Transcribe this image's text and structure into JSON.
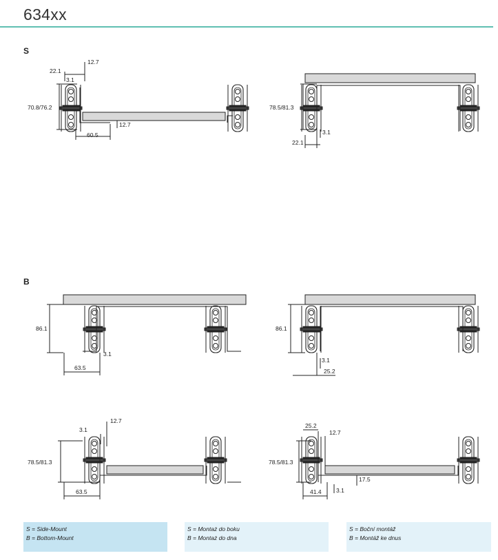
{
  "page": {
    "title": "634xx"
  },
  "sections": {
    "side": "S",
    "bottom": "B"
  },
  "dims": {
    "d1": {
      "a": "12.7",
      "b": "22.1",
      "c": "3.1",
      "h": "70.8/76.2",
      "e": "12.7",
      "w": "60.5"
    },
    "d2": {
      "h": "78.5/81.3",
      "c": "3.1",
      "b": "22.1"
    },
    "d3": {
      "h": "86.1",
      "c": "3.1",
      "w": "63.5"
    },
    "d4": {
      "h": "86.1",
      "c": "3.1",
      "w": "25.2"
    },
    "d5": {
      "c": "3.1",
      "a": "12.7",
      "h": "78.5/81.3",
      "w": "63.5"
    },
    "d6": {
      "b": "25.2",
      "a": "12.7",
      "h": "78.5/81.3",
      "e": "17.5",
      "w": "41.4",
      "c": "3.1"
    }
  },
  "legend": [
    {
      "s": "S = Side-Mount",
      "b": "B = Bottom-Mount"
    },
    {
      "s": "S = Montaż do boku",
      "b": "B = Montaż do dna"
    },
    {
      "s": "S = Boční montáž",
      "b": "B = Montáž ke dnus"
    }
  ],
  "colors": {
    "accent_rule": "#5fbfb1",
    "legend_dark": "#c5e4f2",
    "legend_light": "#e3f2f9",
    "panel": "#d9d9d9"
  }
}
